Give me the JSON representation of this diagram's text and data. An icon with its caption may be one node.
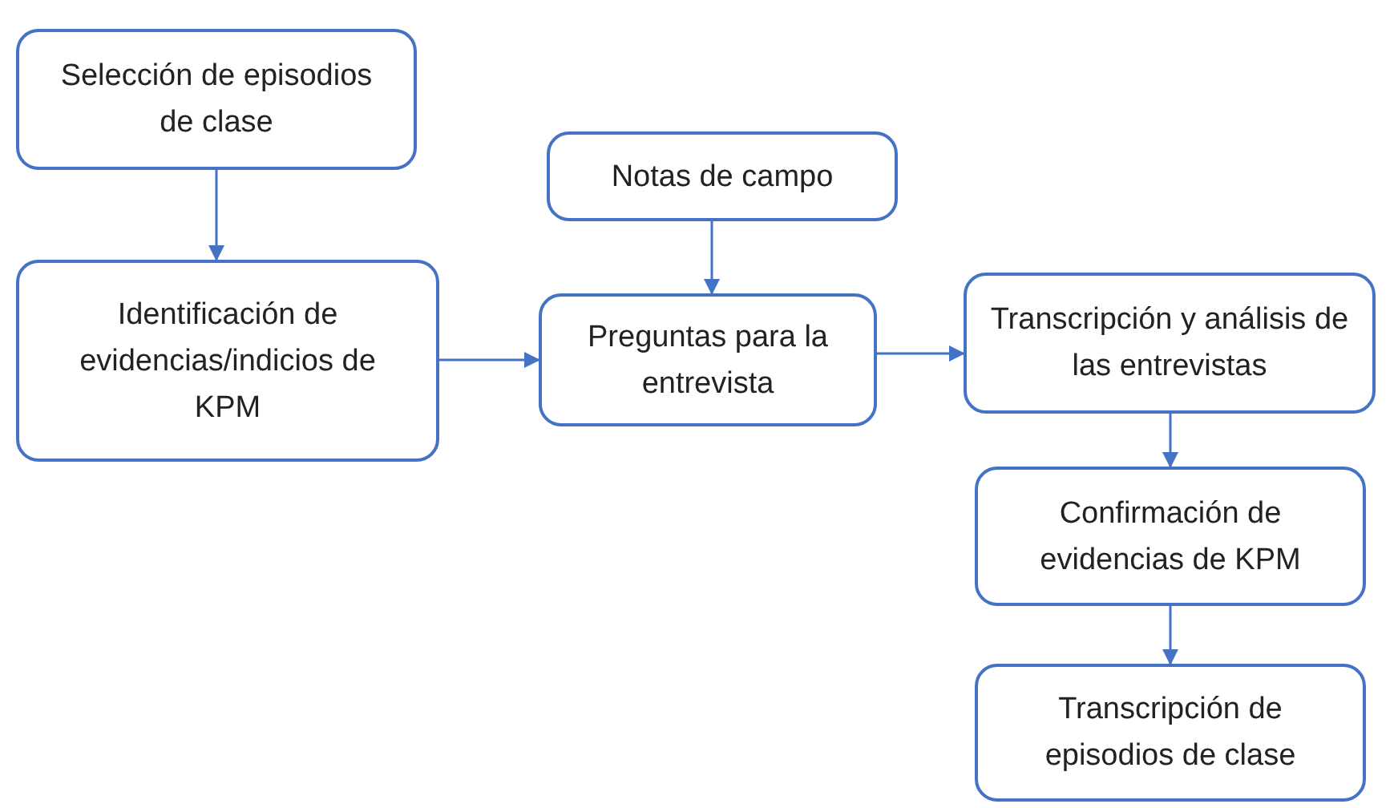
{
  "diagram": {
    "nodes": [
      {
        "text": [
          "Selección de episodios de clase"
        ]
      },
      {
        "text": [
          "Identificación de evidencias/indicios de KPM"
        ]
      },
      {
        "text": [
          "Notas de campo"
        ]
      },
      {
        "text": [
          "Preguntas para la entrevista"
        ]
      },
      {
        "text": [
          "Transcripción y análisis de las entrevistas"
        ]
      },
      {
        "text": [
          "Confirmación de evidencias de KPM"
        ]
      },
      {
        "text": [
          "Transcripción de episodios de clase"
        ]
      }
    ],
    "edges": [
      {
        "from": 0,
        "to": 1,
        "arrow": "to"
      },
      {
        "from": 1,
        "to": 3,
        "arrow": "to"
      },
      {
        "from": 2,
        "to": 3,
        "arrow": "to"
      },
      {
        "from": 3,
        "to": 4,
        "arrow": "to"
      },
      {
        "from": 4,
        "to": 5,
        "arrow": "to"
      },
      {
        "from": 5,
        "to": 6,
        "arrow": "to"
      }
    ]
  }
}
